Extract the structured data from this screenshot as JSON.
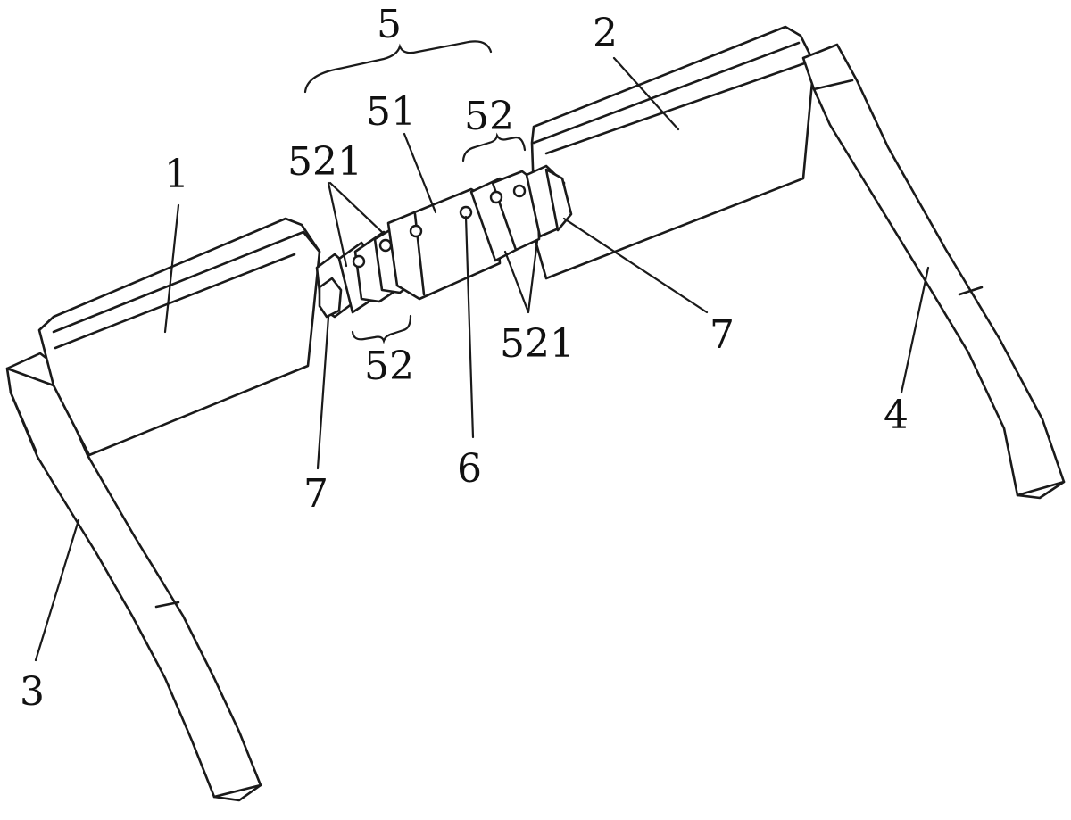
{
  "labels": {
    "left_lens": "1",
    "right_lens": "2",
    "left_temple": "3",
    "right_temple": "4",
    "bridge": "5",
    "sleeve": "51",
    "ring_group_top": "52",
    "ring_group_bottom": "52",
    "rings_left": "521",
    "rings_right": "521",
    "hole": "6",
    "hinge_left": "7",
    "hinge_right": "7"
  },
  "colors": {
    "stroke": "#1a1a1a",
    "background": "#ffffff"
  }
}
